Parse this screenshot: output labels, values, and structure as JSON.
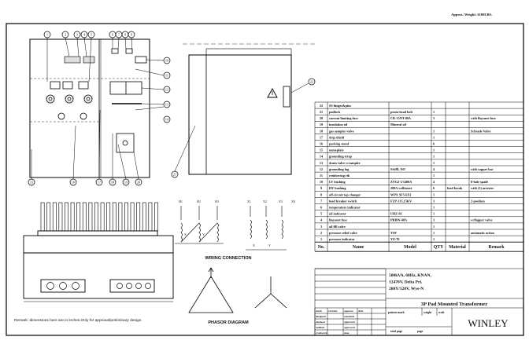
{
  "header": {
    "approx_weight": "Approx. Weight: 6100LBS."
  },
  "callouts": {
    "top": [
      "1",
      "2",
      "3",
      "4",
      "5",
      "6",
      "7",
      "8",
      "9"
    ],
    "right": [
      "10",
      "11",
      "12",
      "13",
      "14"
    ],
    "bottom": [
      "15",
      "16",
      "17",
      "18",
      "19",
      "20",
      "21"
    ],
    "side": [
      "22"
    ]
  },
  "wiring": {
    "title": "WIRING CONNECTION",
    "hv_labels": [
      "H1",
      "H2",
      "H3"
    ],
    "lv_labels": [
      "X1",
      "X2",
      "X3",
      "X0"
    ],
    "x_mark": "X",
    "y_mark": "Y",
    "x_marks_bottom": [
      "X",
      "Y"
    ]
  },
  "phasor": {
    "title": "PHASOR DIAGRAM"
  },
  "remark": "Remark: dimensions here are in inches.Only for approval/preliminary design.",
  "bom": {
    "header": [
      "No.",
      "Name",
      "Model",
      "QTY",
      "Material",
      "Remark"
    ],
    "rows": [
      [
        "22",
        "SS hinges&pins",
        "",
        "",
        "",
        ""
      ],
      [
        "21",
        "padlock",
        "penta-head bolt",
        "1",
        "",
        ""
      ],
      [
        "20",
        "current limiting fuse",
        "CK-15NT-80A",
        "3",
        "",
        "with Bayonet fuse"
      ],
      [
        "19",
        "insulation oil",
        "Mineral oil",
        "",
        "",
        ""
      ],
      [
        "18",
        "gas sampler valve",
        "",
        "1",
        "",
        "Schrade Valve"
      ],
      [
        "17",
        "drip shield",
        "",
        "1",
        "",
        ""
      ],
      [
        "16",
        "parking stand",
        "",
        "6",
        "",
        ""
      ],
      [
        "15",
        "nameplate",
        "",
        "1",
        "",
        ""
      ],
      [
        "14",
        "grounding strap",
        "",
        "1",
        "",
        ""
      ],
      [
        "13",
        "drain valve w/sampler",
        "",
        "1",
        "",
        ""
      ],
      [
        "12",
        "grounding lug",
        "SS#8L NO",
        "4",
        "",
        "with copper bar"
      ],
      [
        "11",
        "reinforcing rib",
        "",
        "1",
        "",
        ""
      ],
      [
        "10",
        "LV bushing",
        "ZYG2-1/1400A",
        "4",
        "",
        "8-hole spade"
      ],
      [
        "9",
        "HV bushing",
        "200A wellinsert",
        "6",
        "load break",
        "with (3) arrester"
      ],
      [
        "8",
        "off-circuit tap changer",
        "WPX SF5-6X3",
        "1",
        "",
        ""
      ],
      [
        "7",
        "load breaker switch",
        "FZP-315,15KV",
        "3",
        "",
        "2-position"
      ],
      [
        "6",
        "temperature indicator",
        "",
        "1",
        "",
        ""
      ],
      [
        "5",
        "oil indicator",
        "UHZ-01",
        "1",
        "",
        ""
      ],
      [
        "4",
        "Bayonet fuse",
        "PRBW-40A",
        "3",
        "",
        "w/flapper valve"
      ],
      [
        "3",
        "oil fill valve",
        "",
        "1",
        "",
        ""
      ],
      [
        "2",
        "pressure relief valve",
        "YSF",
        "1",
        "",
        "automatic action"
      ],
      [
        "1",
        "pressure indicator",
        "YZ-70",
        "1",
        "",
        ""
      ]
    ]
  },
  "title_block": {
    "rating_lines": [
      "500kVA, 60Hz, KNAN,",
      "12470V, Delta Pri.",
      "208Y/120V, Wye-N"
    ],
    "product": "3P Pad Mounted Transformer",
    "company": "WINLEY",
    "left_rows": [
      [
        "mark",
        "revision",
        "approve",
        "date"
      ],
      [
        "designed",
        "",
        "standard",
        ""
      ],
      [
        "checked",
        "",
        "approved",
        ""
      ],
      [
        "audited",
        "",
        "approved",
        ""
      ],
      [
        "craftwork",
        "",
        "date",
        ""
      ]
    ],
    "middle_labels": [
      "pattern mark",
      "weight",
      "scale"
    ],
    "bottom_labels": [
      "total page",
      "page"
    ]
  }
}
